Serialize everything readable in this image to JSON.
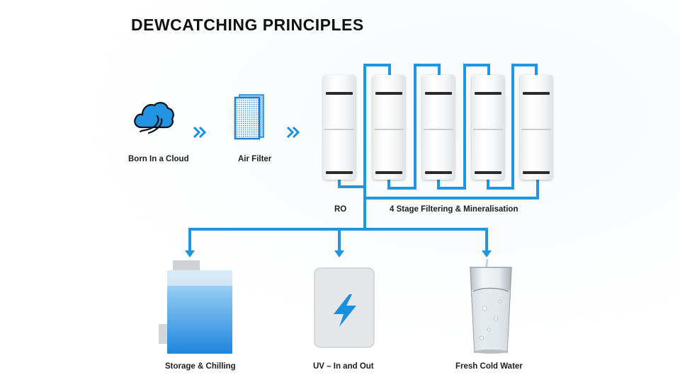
{
  "title": "DEWCATCHING PRINCIPLES",
  "steps": {
    "cloud": {
      "label": "Born In a Cloud",
      "icon": "cloud-icon"
    },
    "air_filter": {
      "label": "Air Filter",
      "icon": "air-filter-icon"
    },
    "ro": {
      "label": "RO",
      "icon": "filter-cartridge-icon"
    },
    "filtering": {
      "label": "4 Stage Filtering & Mineralisation",
      "icon": "filter-cartridge-icon"
    },
    "storage": {
      "label": "Storage & Chilling",
      "icon": "water-tank-icon"
    },
    "uv": {
      "label": "UV – In and Out",
      "icon": "lightning-icon"
    },
    "fresh": {
      "label": "Fresh Cold Water",
      "icon": "water-glass-icon"
    }
  },
  "colors": {
    "accent": "#1a8fdc",
    "pipe": "#1e96e0",
    "tank": "#2b8fe0",
    "uv_box": "#e4e6e8"
  }
}
